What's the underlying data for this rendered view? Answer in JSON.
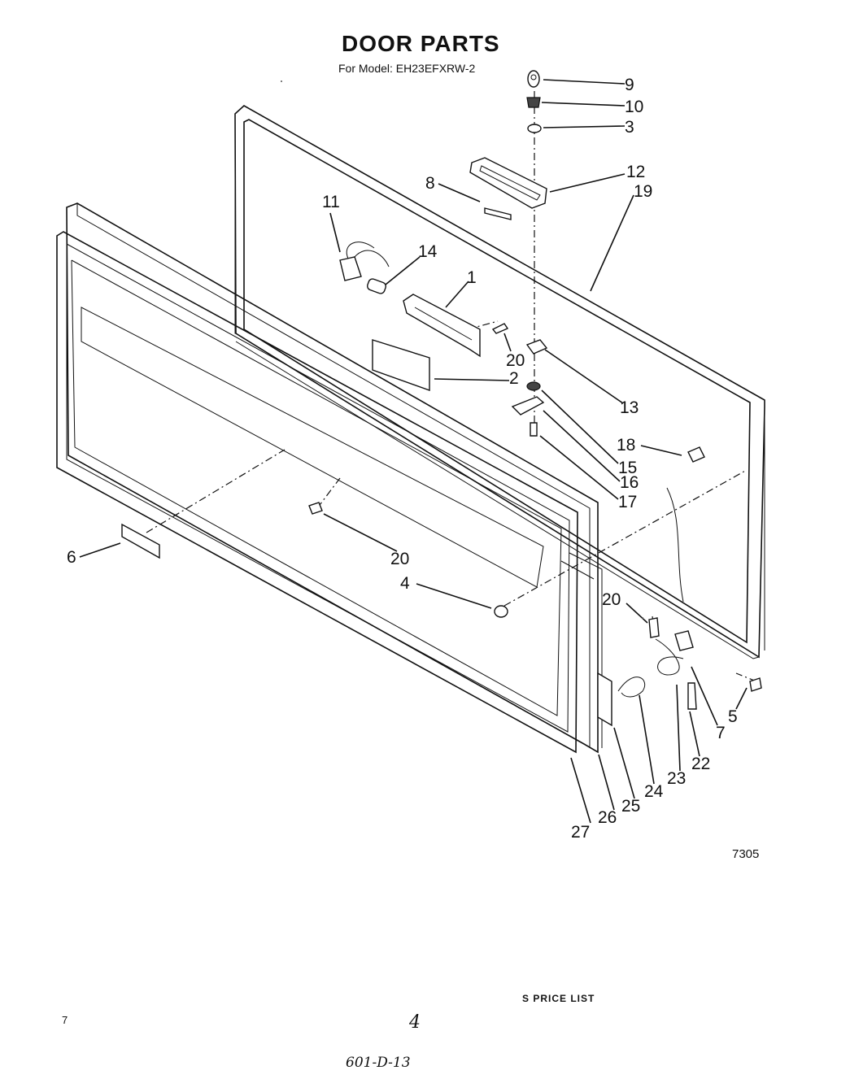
{
  "header": {
    "title": "DOOR PARTS",
    "model_line": "For Model: EH23EFXRW-2"
  },
  "figure_number": "7305",
  "callouts": [
    "9",
    "10",
    "3",
    "12",
    "19",
    "8",
    "11",
    "14",
    "1",
    "20",
    "2",
    "13",
    "18",
    "15",
    "16",
    "17",
    "6",
    "20",
    "4",
    "20",
    "5",
    "7",
    "22",
    "23",
    "24",
    "25",
    "26",
    "27"
  ],
  "footer": {
    "price_list": "S PRICE LIST",
    "corner_number": "7",
    "page_number": "4",
    "handwritten_note": "601-D-13"
  }
}
